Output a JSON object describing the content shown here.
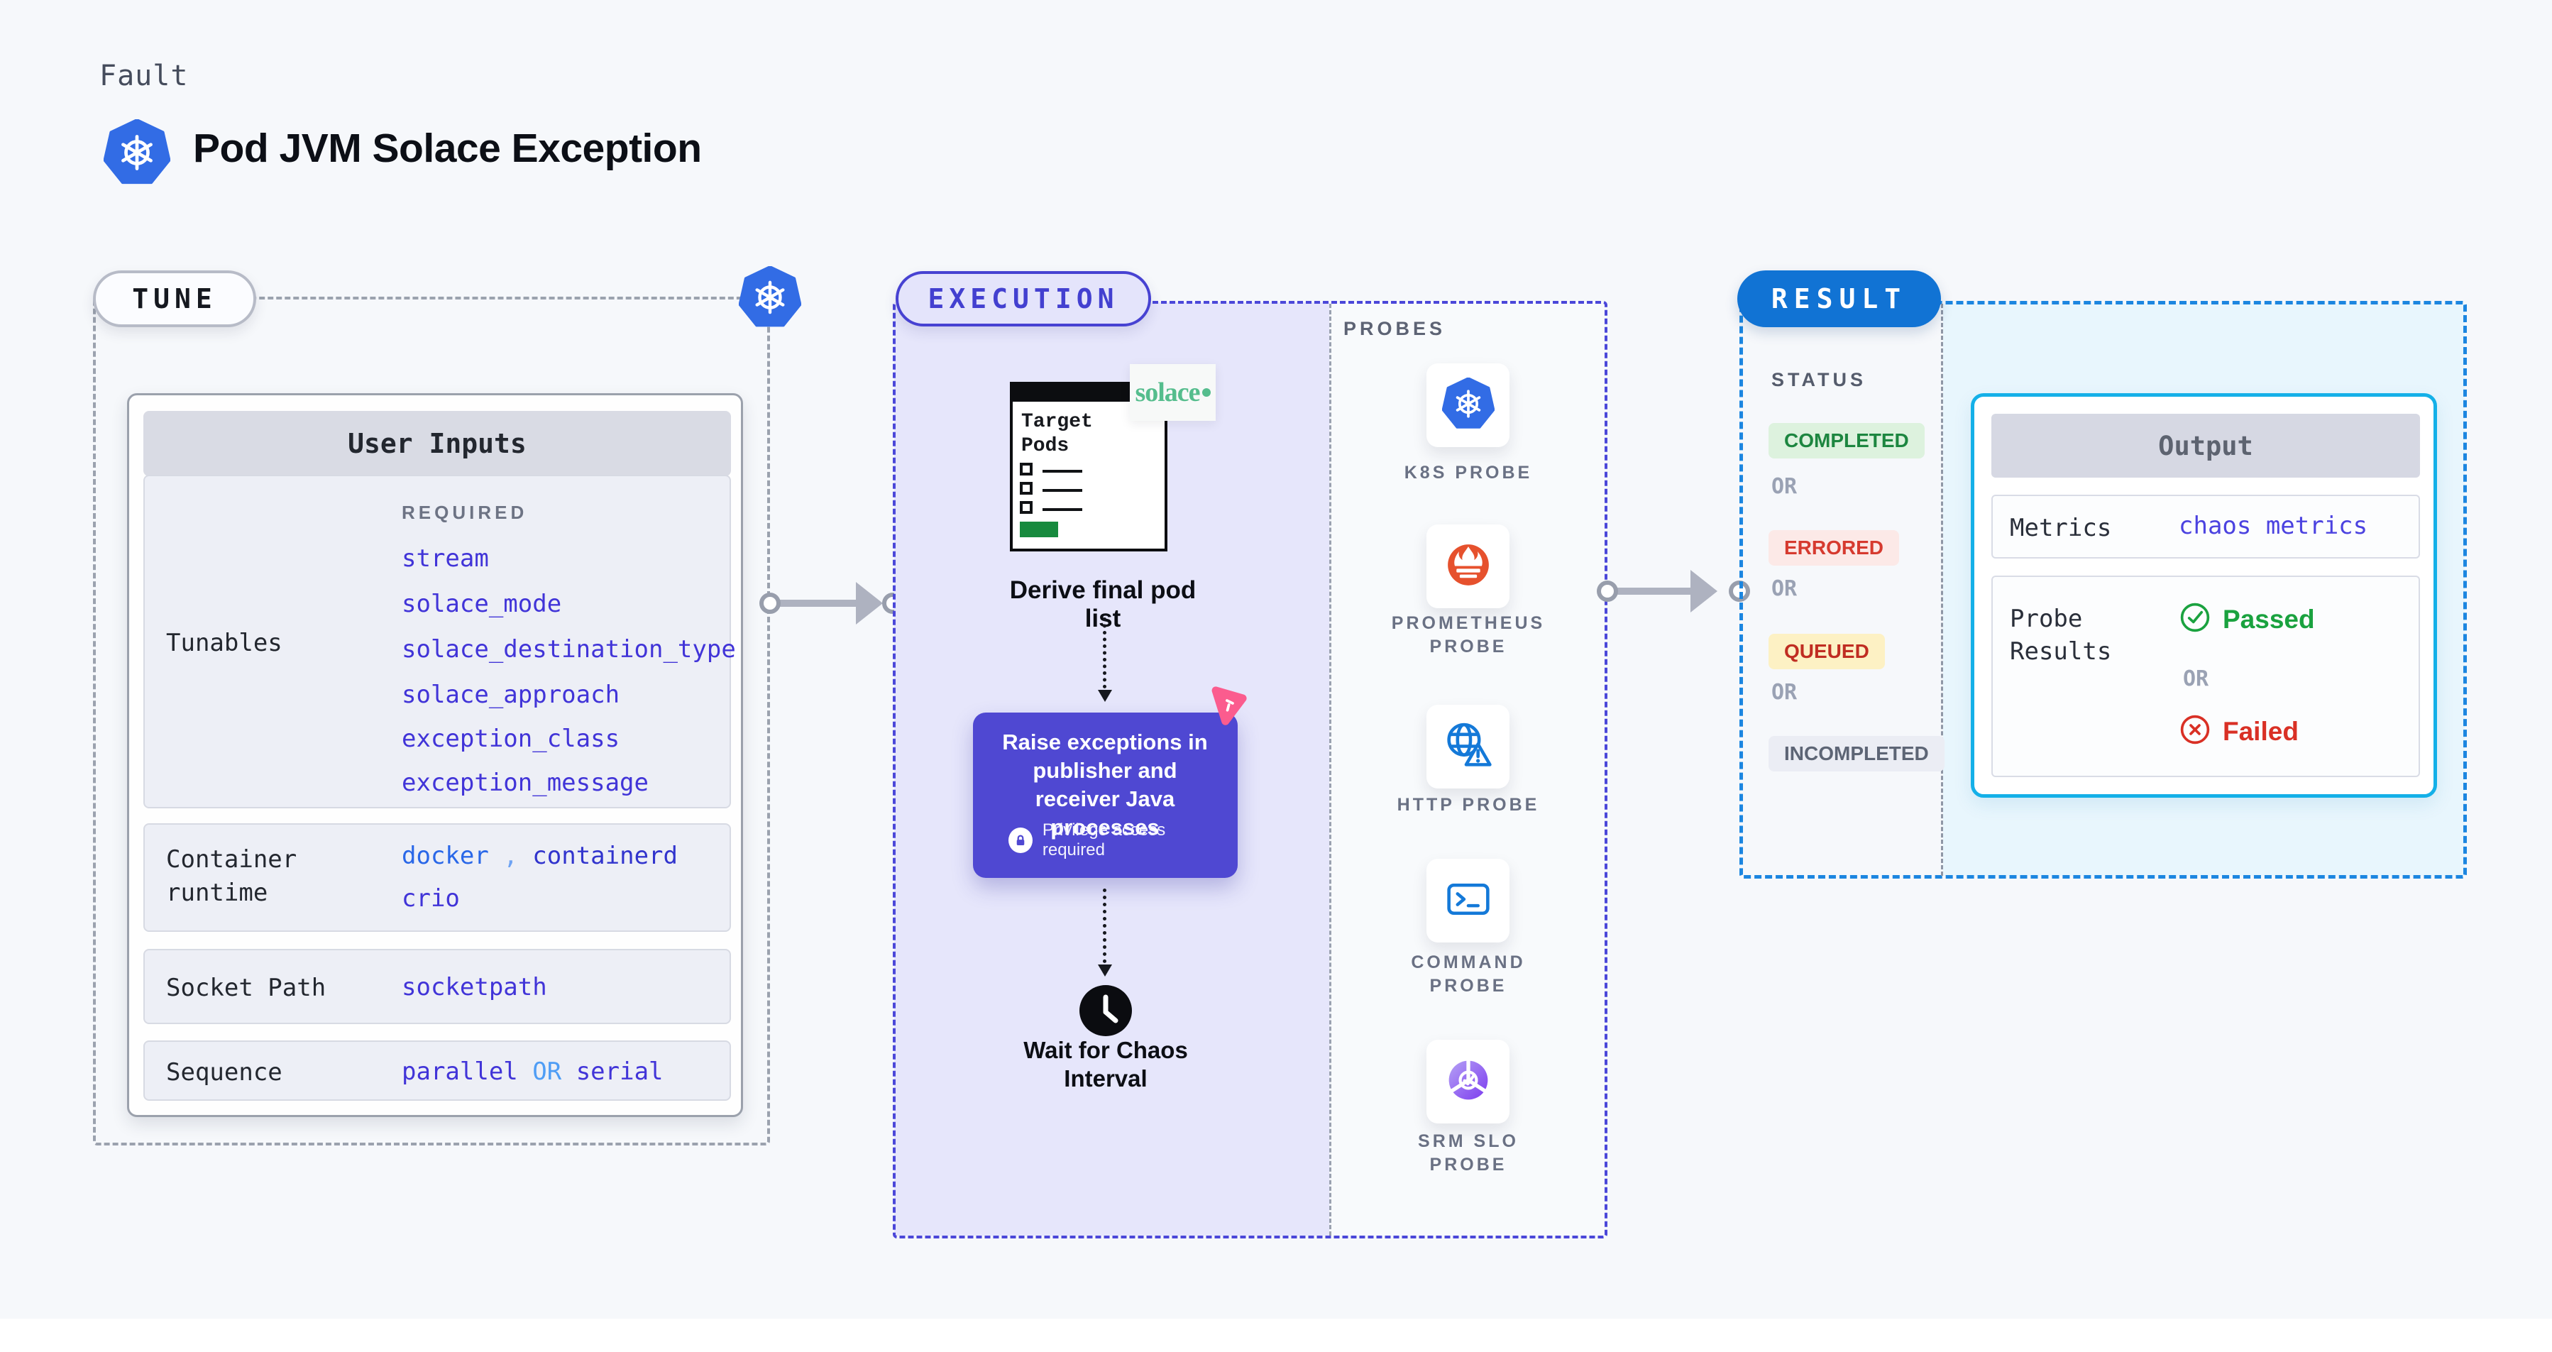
{
  "header": {
    "kicker": "Fault",
    "title": "Pod JVM Solace Exception"
  },
  "tune": {
    "pill": "TUNE",
    "user_inputs": {
      "header": "User Inputs",
      "required_label": "REQUIRED",
      "tunables_label": "Tunables",
      "tunables": [
        "stream",
        "solace_mode",
        "solace_destination_type",
        "solace_approach",
        "exception_class",
        "exception_message"
      ],
      "container_runtime": {
        "label": "Container runtime",
        "value1": "docker",
        "separator": ",",
        "value2": "containerd",
        "value3": "crio"
      },
      "socket_path": {
        "label": "Socket Path",
        "value": "socketpath"
      },
      "sequence": {
        "label": "Sequence",
        "value1": "parallel",
        "or": "OR",
        "value2": "serial"
      }
    }
  },
  "execution": {
    "pill": "EXECUTION",
    "solace_logo": "solace",
    "target_pods_title": "Target Pods",
    "step_derive": "Derive final pod list",
    "action_text": "Raise exceptions in publisher and receiver Java processes",
    "privilege_note": "Privilege access required",
    "wait_caption": "Wait for Chaos Interval"
  },
  "probes": {
    "label": "PROBES",
    "items": [
      {
        "label": "K8S PROBE",
        "icon": "kubernetes-icon"
      },
      {
        "label": "PROMETHEUS PROBE",
        "icon": "prometheus-icon"
      },
      {
        "label": "HTTP PROBE",
        "icon": "http-globe-icon"
      },
      {
        "label": "COMMAND PROBE",
        "icon": "terminal-icon"
      },
      {
        "label": "SRM SLO PROBE",
        "icon": "srm-slo-icon"
      }
    ]
  },
  "result": {
    "pill": "RESULT",
    "status_label": "STATUS",
    "or_label": "OR",
    "statuses": [
      {
        "text": "COMPLETED",
        "color": "#1d8640",
        "bg": "#ddf2de"
      },
      {
        "text": "ERRORED",
        "color": "#d63a2f",
        "bg": "#fce9e7"
      },
      {
        "text": "QUEUED",
        "color": "#c02d22",
        "bg": "#fdf1c4"
      },
      {
        "text": "INCOMPLETED",
        "color": "#5d6575",
        "bg": "#ebedf4"
      }
    ],
    "output": {
      "header": "Output",
      "metrics_label": "Metrics",
      "metrics_value": "chaos metrics",
      "probe_results_label": "Probe Results",
      "passed": "Passed",
      "or": "OR",
      "failed": "Failed"
    }
  },
  "colors": {
    "kubernetes_blue": "#326ce5",
    "prometheus_orange": "#e6512d",
    "probe_blue": "#1479d8",
    "srm_purple": "#7c3bef",
    "action_purple": "#4f48d2",
    "chaos_pink": "#fb5c8e",
    "solace_green": "#55bd8d",
    "tune_dash": "#9ba2ae",
    "execution_dash": "#4b47d9",
    "result_dash": "#1c86e0",
    "result_pill_blue": "#1173d4",
    "link_indigo": "#4134d8",
    "passed_green": "#1aa23f",
    "failed_red": "#d93025"
  }
}
